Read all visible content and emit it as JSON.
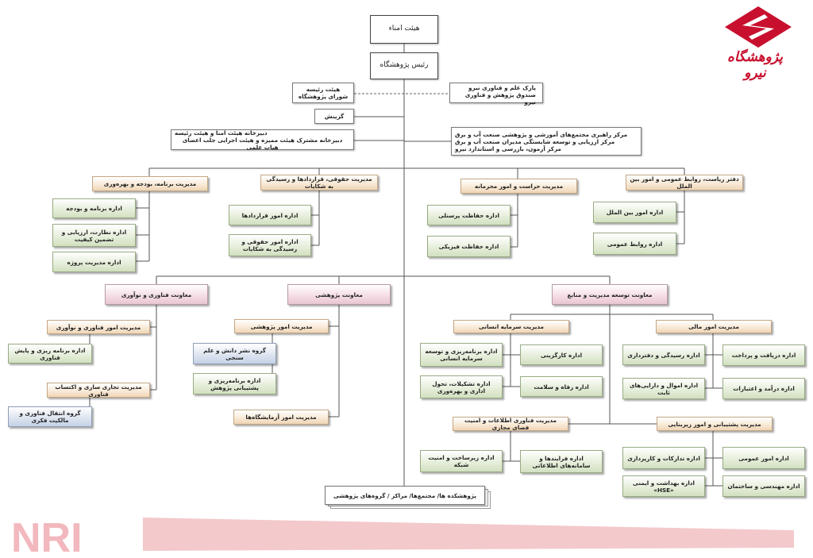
{
  "brand": {
    "logo_text": "پژوهشگاه نیرو",
    "watermark": "NRI",
    "accent_color": "#c8102e"
  },
  "chart": {
    "top": {
      "board": "هیئت امناء",
      "president": "رئیس پژوهشگاه"
    },
    "advisory_left": {
      "line1": "هیئت رئیسه",
      "line2": "شورای پژوهشگاه"
    },
    "advisory_right": {
      "line1": "پارک علم و فناوری نیرو",
      "line2": "صندوق پژوهش و فناوری نیرو"
    },
    "selection": "گزینش",
    "secretariat": {
      "line1": "دبیرخانه هیئت امنا و هیئت رئیسه",
      "line2": "دبیرخانه مشترک هیئت ممیزه و هیئت اجرایی جلب اعضای هیات علمی"
    },
    "centers": {
      "line1": "مرکز راهبری مجتمع‌های آموزشی و پژوهشی صنعت آب و برق",
      "line2": "مرکز ارزیابی و توسعه شایستگی مدیران صنعت آب و برق",
      "line3": "مرکز آزمون، بازرسی و استاندارد نیرو"
    },
    "staff": {
      "program": {
        "title": "مدیریت برنامه، بودجه و بهره‌وری",
        "units": [
          "اداره برنامه و بودجه",
          "اداره نظارت، ارزیابی و تضمین کیفیت",
          "اداره مدیریت پروژه"
        ]
      },
      "legal": {
        "title": "مدیریت حقوقی، قراردادها و رسیدگی به شکایات",
        "units": [
          "اداره امور قراردادها",
          "اداره امور حقوقی و رسیدگی به شکایات"
        ]
      },
      "security": {
        "title": "مدیریت حراست و امور محرمانه",
        "units": [
          "اداره حفاظت پرسنلی",
          "اداره حفاظت فیزیکی"
        ]
      },
      "office": {
        "title": "دفتر ریاست، روابط عمومی و امور بین الملل",
        "units": [
          "اداره امور بین الملل",
          "اداره روابط عمومی"
        ]
      }
    },
    "deputies": {
      "technology": {
        "title": "معاونت فناوری و نوآوری",
        "mgmt1": "مدیریت امور فناوری و نوآوری",
        "mgmt1_unit": "اداره برنامه ریزی و پایش فناوری",
        "mgmt2": "مدیریت تجاری سازی و اکتساب فناوری",
        "mgmt2_unit": "گروه انتقال فناوری و مالکیت فکری"
      },
      "research": {
        "title": "معاونت پژوهشی",
        "mgmt1": "مدیریت امور پژوهشی",
        "unit1": "گروه نشر دانش و علم سنجی",
        "unit2": "اداره برنامه‌ریزی و پشتیبانی پژوهش",
        "mgmt2": "مدیریت امور آزمایشگاه‌ها"
      },
      "resources": {
        "title": "معاونت توسعه مدیریت و منابع",
        "hr": {
          "title": "مدیریت سرمایه انسانی",
          "units": [
            "اداره برنامه‌ریزی و توسعه سرمایه انسانی",
            "اداره کارگزینی",
            "اداره تشکیلات، تحول اداری و بهره‌وری",
            "اداره رفاه و سلامت"
          ]
        },
        "finance": {
          "title": "مدیریت امور مالی",
          "units": [
            "اداره رسیدگی و دفترداری",
            "اداره دریافت و پرداخت",
            "اداره اموال و دارایی‌های ثابت",
            "اداره درآمد و اعتبارات"
          ]
        },
        "it": {
          "title": "مدیریت فناوری اطلاعات و امنیت فضای مجازی",
          "units": [
            "اداره زیرساخت و امنیت شبکه",
            "اداره فرایندها و سامانه‌های اطلاعاتی"
          ]
        },
        "support": {
          "title": "مدیریت پشتیبانی و امور زیربنایی",
          "units": [
            "اداره تدارکات و کارپردازی",
            "اداره امور عمومی",
            "اداره بهداشت و ایمنی «HSE»",
            "اداره مهندسی و ساختمان"
          ]
        }
      }
    },
    "bottom": "پژوهشکده ها/ مجتمع‌ها/ مراکز / گروه‌های پژوهشی"
  }
}
